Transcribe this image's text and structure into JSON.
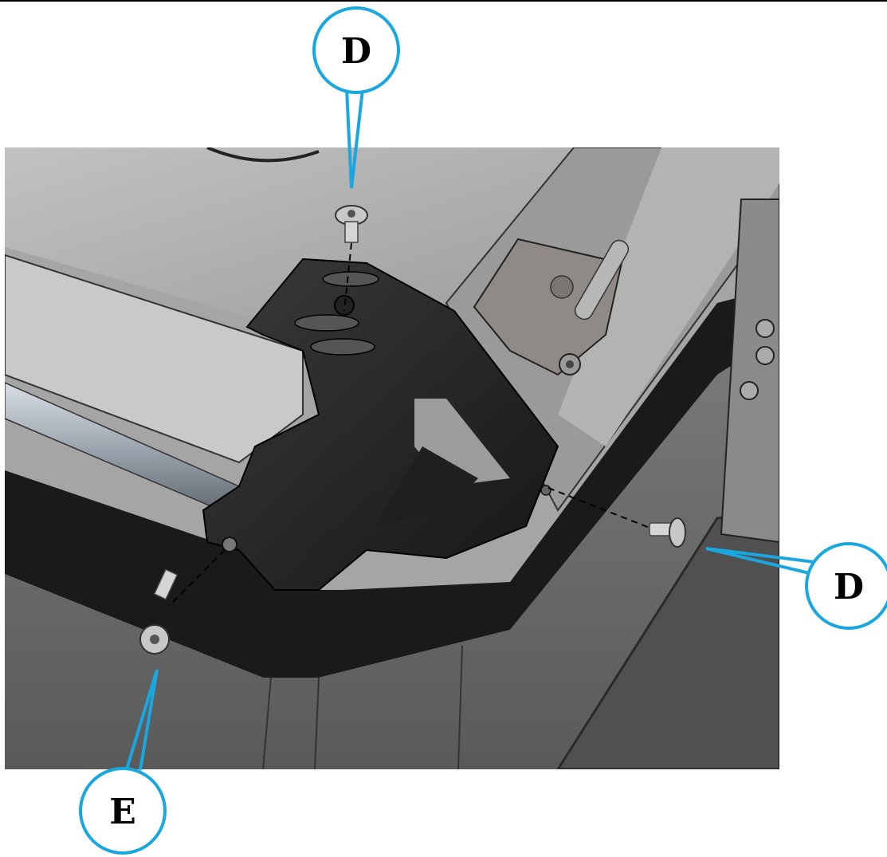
{
  "callouts": [
    {
      "id": "top",
      "label": "D"
    },
    {
      "id": "right",
      "label": "D"
    },
    {
      "id": "bottom",
      "label": "E"
    }
  ],
  "colors": {
    "callout_stroke": "#1aa7e0",
    "background": "#ffffff",
    "case_dark": "#2b2b2b",
    "case_light": "#b9b9b9"
  },
  "icons": [
    "screw-icon",
    "pin-icon",
    "hinge-icon"
  ]
}
